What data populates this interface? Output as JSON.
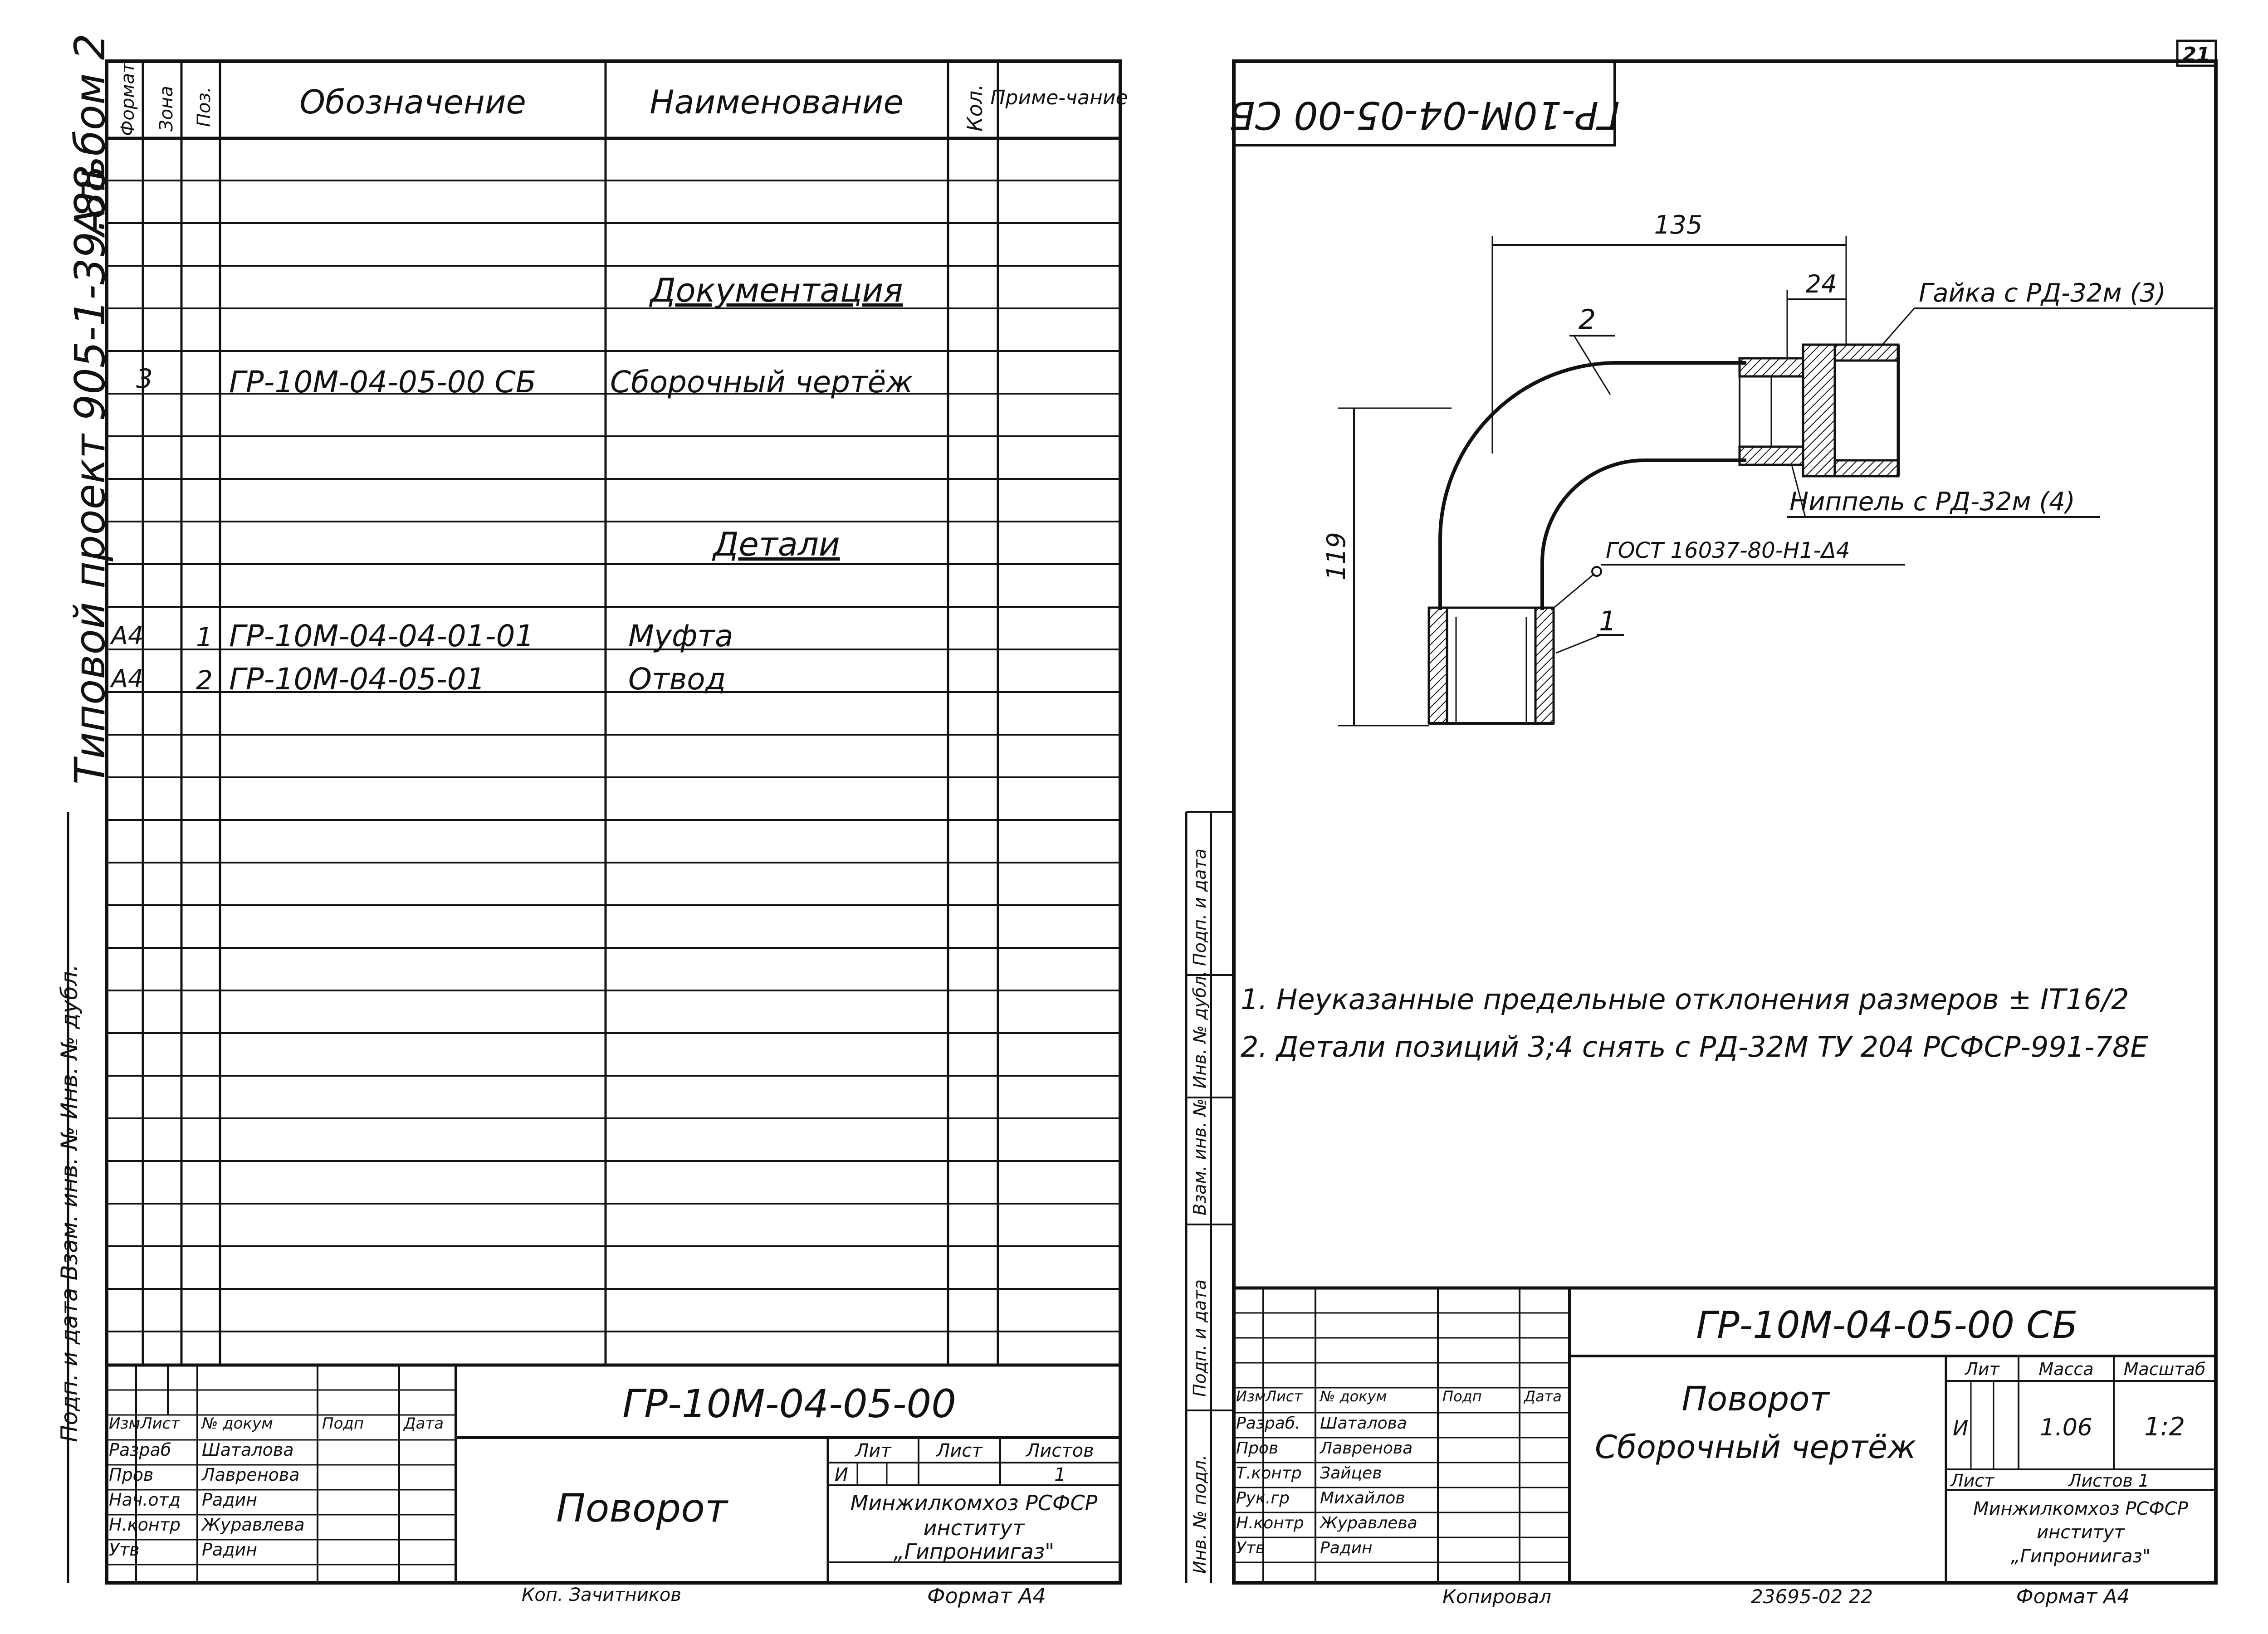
{
  "page_number": "21",
  "left_sheet": {
    "side_project_text": "Типовой проект 905-1-39.88",
    "side_album_text": "Альбом 2",
    "side_inv_text": "Подп. и дата   Взам. инв. №   Инв. № дубл.",
    "headers": {
      "format": "Формат",
      "zone": "Зона",
      "pos": "Поз.",
      "designation": "Обозначение",
      "name": "Наименование",
      "qty": "Кол.",
      "note": "Приме-чание"
    },
    "sections": {
      "documentation": "Документация",
      "details": "Детали"
    },
    "rows": [
      {
        "format": "3",
        "pos": "",
        "designation": "ГР-10М-04-05-00 СБ",
        "name": "Сборочный чертёж"
      },
      {
        "format": "А4",
        "pos": "1",
        "designation": "ГР-10М-04-04-01-01",
        "name": "Муфта"
      },
      {
        "format": "А4",
        "pos": "2",
        "designation": "ГР-10М-04-05-01",
        "name": "Отвод"
      }
    ],
    "title_block": {
      "code": "ГР-10М-04-05-00",
      "title": "Поворот",
      "lit_label": "Лит",
      "sheet_label": "Лист",
      "sheets_label": "Листов",
      "lit_value": "И",
      "sheets_value": "1",
      "org_line1": "Минжилкомхоз РСФСР",
      "org_line2": "институт",
      "org_line3": "„Гипрониигаз\"",
      "format": "Формат А4",
      "copied": "Коп. Зачитников",
      "stamp_headers": [
        "Изм",
        "Лист",
        "№ докум",
        "Подп",
        "Дата"
      ],
      "people": [
        {
          "role": "Разраб",
          "name": "Шаталова"
        },
        {
          "role": "Пров",
          "name": "Лавренова"
        },
        {
          "role": "Нач.отд",
          "name": "Радин"
        },
        {
          "role": "Н.контр",
          "name": "Журавлева"
        },
        {
          "role": "Утв",
          "name": "Радин"
        }
      ]
    }
  },
  "right_sheet": {
    "top_code": "ГР-10М-04-05-00 СБ",
    "dimensions": {
      "length": "135",
      "nipple_length": "24",
      "height": "119"
    },
    "labels": {
      "nut": "Гайка с РД-32м (3)",
      "nipple": "Ниппель с РД-32м (4)",
      "weld": "ГОСТ 16037-80-Н1-Δ4",
      "pos1": "1",
      "pos2": "2"
    },
    "notes": [
      "1. Неуказанные предельные отклонения размеров ± IT16/2",
      "2. Детали позиций 3;4 снять с РД-32М ТУ 204 РСФСР-991-78Е"
    ],
    "side_labels": [
      "Подп. и дата",
      "Инв. № дубл.",
      "Взам. инв. №",
      "Подп. и дата",
      "Инв. № подл."
    ],
    "title_block": {
      "code": "ГР-10М-04-05-00 СБ",
      "title": "Поворот",
      "subtitle": "Сборочный чертёж",
      "lit_label": "Лит",
      "mass_label": "Масса",
      "scale_label": "Масштаб",
      "lit_value": "И",
      "mass": "1.06",
      "scale": "1:2",
      "sheet_label": "Лист",
      "sheets_label": "Листов 1",
      "org_line1": "Минжилкомхоз РСФСР",
      "org_line2": "институт",
      "org_line3": "„Гипрониигаз\"",
      "copied": "Копировал",
      "order_no": "23695-02 22",
      "format": "Формат А4",
      "stamp_headers": [
        "Изм",
        "Лист",
        "№ докум",
        "Подп",
        "Дата"
      ],
      "people": [
        {
          "role": "Разраб.",
          "name": "Шаталова"
        },
        {
          "role": "Пров",
          "name": "Лавренова"
        },
        {
          "role": "Т.контр",
          "name": "Зайцев"
        },
        {
          "role": "Рук.гр",
          "name": "Михайлов"
        },
        {
          "role": "Н.контр",
          "name": "Журавлева"
        },
        {
          "role": "Утв",
          "name": "Радин"
        }
      ]
    }
  }
}
